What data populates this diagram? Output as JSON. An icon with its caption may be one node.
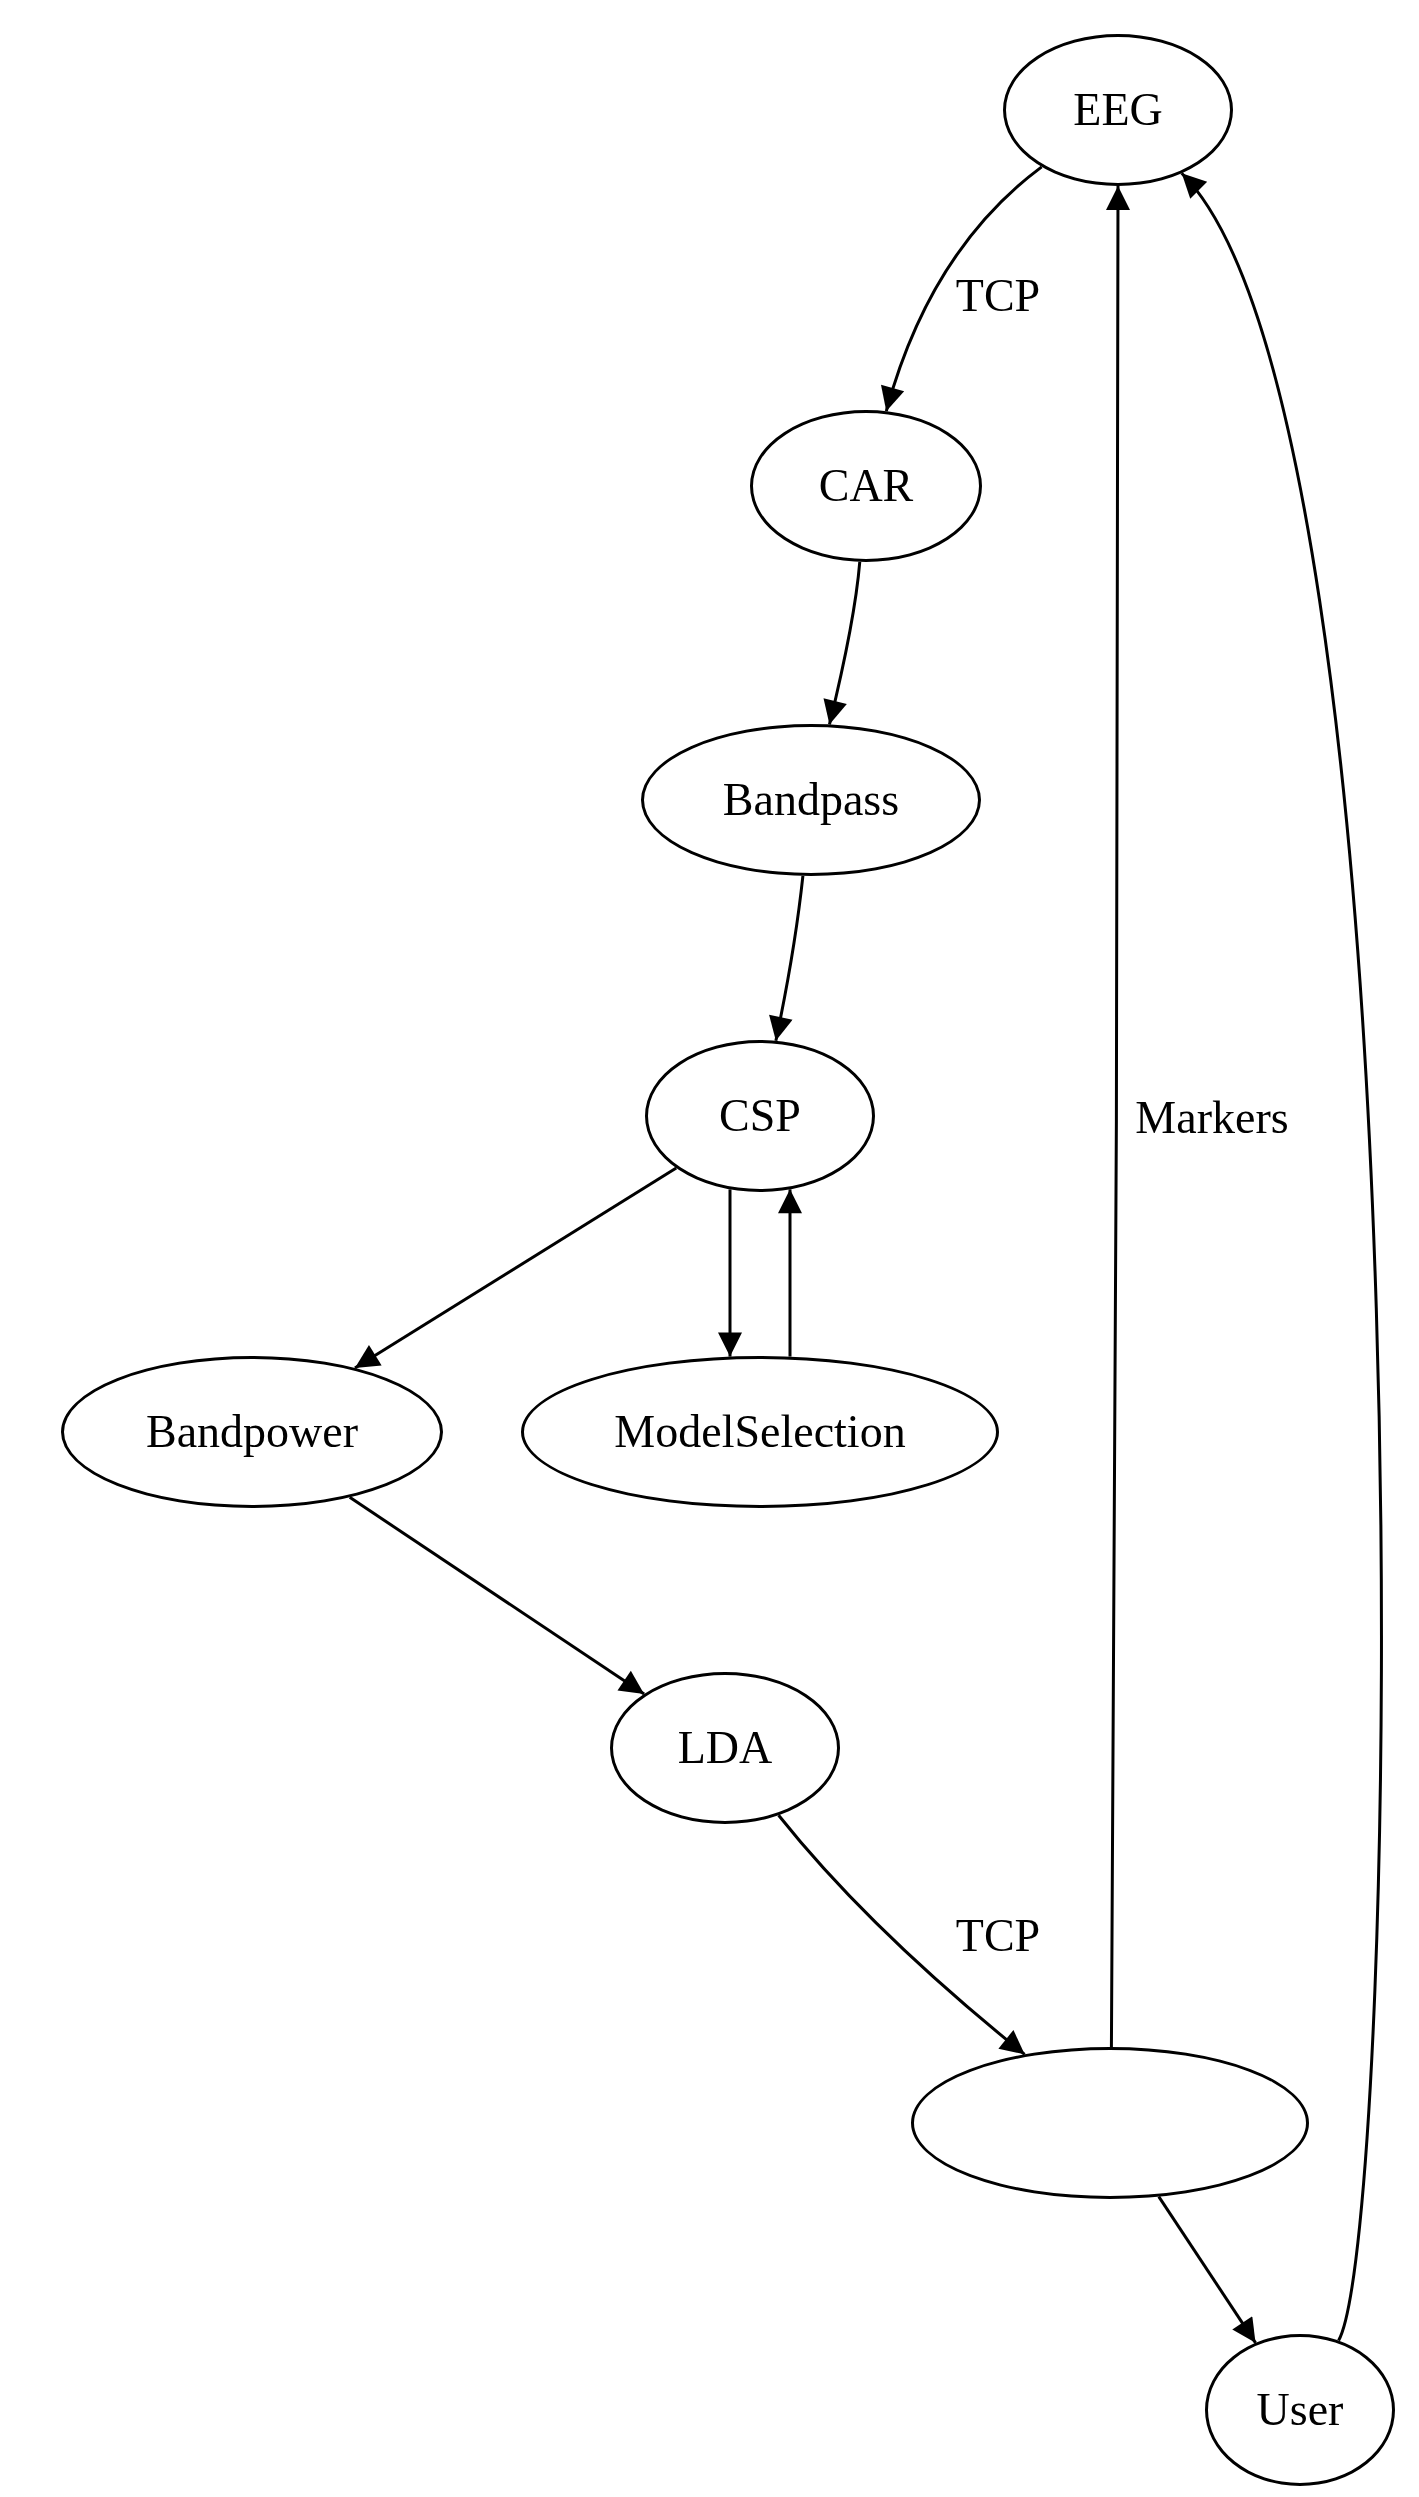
{
  "diagram": {
    "nodes": [
      {
        "text": [
          "EEG"
        ]
      },
      {
        "text": [
          "CAR"
        ]
      },
      {
        "text": [
          "Bandpass"
        ]
      },
      {
        "text": [
          "CSP"
        ]
      },
      {
        "text": [
          "Bandpower"
        ]
      },
      {
        "text": [
          "ModelSelection"
        ]
      },
      {
        "text": [
          "LDA"
        ]
      },
      {
        "text": [],
        "shape": "ellipse"
      },
      {
        "text": [
          "User"
        ]
      }
    ],
    "edges": [
      {
        "from": 0,
        "to": 1,
        "arrow": "to",
        "label": "TCP"
      },
      {
        "from": 1,
        "to": 2,
        "arrow": "to"
      },
      {
        "from": 2,
        "to": 3,
        "arrow": "to"
      },
      {
        "from": 3,
        "to": 4,
        "arrow": "to"
      },
      {
        "from": 3,
        "to": 5,
        "arrow": "to"
      },
      {
        "from": 5,
        "to": 3,
        "arrow": "to"
      },
      {
        "from": 4,
        "to": 6,
        "arrow": "to"
      },
      {
        "from": 6,
        "to": 7,
        "arrow": "to",
        "label": "TCP"
      },
      {
        "from": 7,
        "to": 0,
        "arrow": "to",
        "label": "Markers"
      },
      {
        "from": 7,
        "to": 8,
        "arrow": "to"
      },
      {
        "from": 8,
        "to": 0,
        "arrow": "to"
      }
    ]
  }
}
